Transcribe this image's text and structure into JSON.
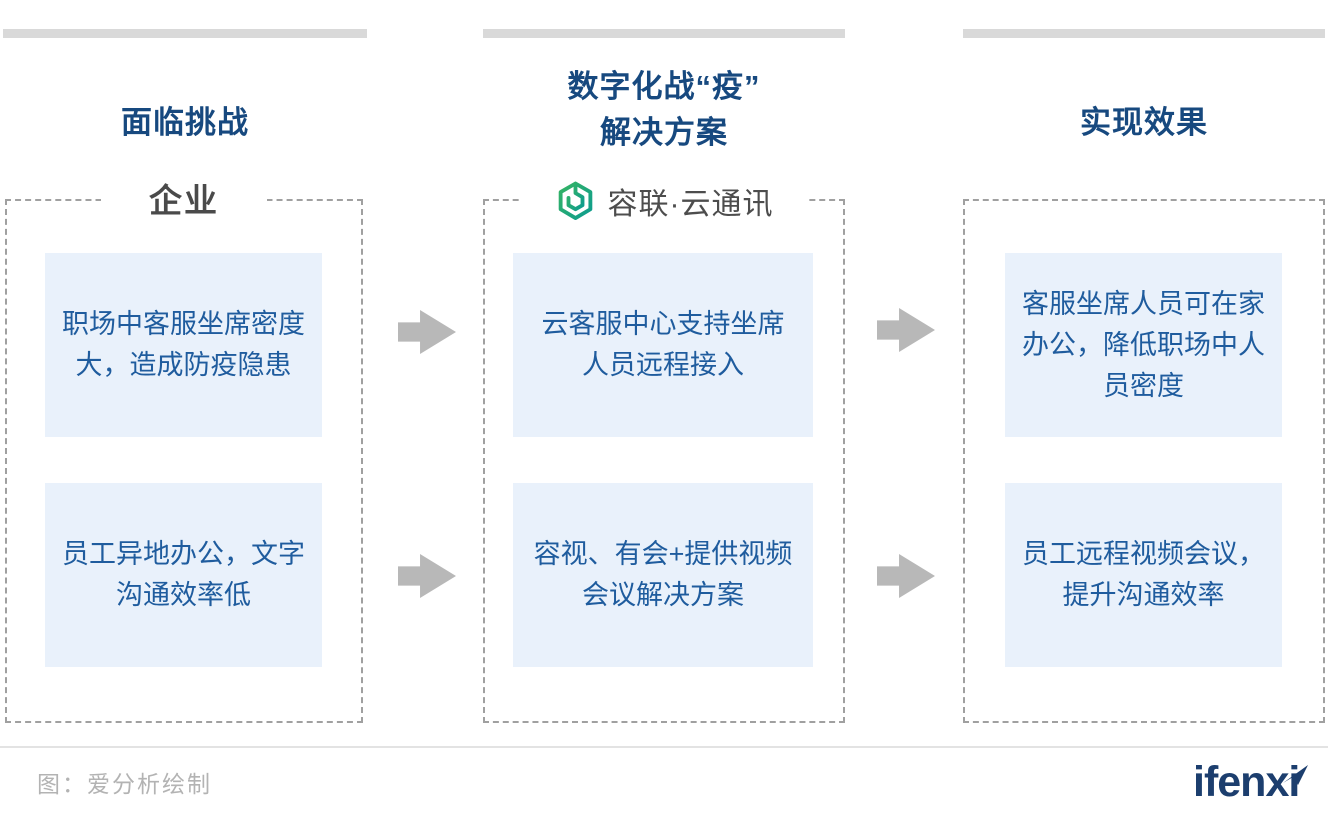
{
  "columns": [
    {
      "header": "面临挑战",
      "label": "企业",
      "boxes": [
        "职场中客服坐席密度大，造成防疫隐患",
        "员工异地办公，文字沟通效率低"
      ]
    },
    {
      "header_line1": "数字化战“疫”",
      "header_line2": "解决方案",
      "logo_text": "容联·云通讯",
      "boxes": [
        "云客服中心支持坐席人员远程接入",
        "容视、有会+提供视频会议解决方案"
      ]
    },
    {
      "header": "实现效果",
      "boxes": [
        "客服坐席人员可在家办公，降低职场中人员密度",
        "员工远程视频会议，提升沟通效率"
      ]
    }
  ],
  "footer": {
    "caption": "图：爱分析绘制",
    "brand": "ifenxi"
  },
  "colors": {
    "header_text": "#17497f",
    "box_text": "#1f5c9e",
    "box_bg": "#e9f1fb",
    "top_bar": "#d9d9d9",
    "arrow_gray": "#b8b8b8",
    "dashed_border": "#a0a0a0",
    "label_text": "#4a4a4a",
    "footer_text": "#b3b3b3",
    "brand_navy": "#1c3e6e",
    "logo_green_start": "#35b463",
    "logo_green_end": "#0d9c8f"
  }
}
